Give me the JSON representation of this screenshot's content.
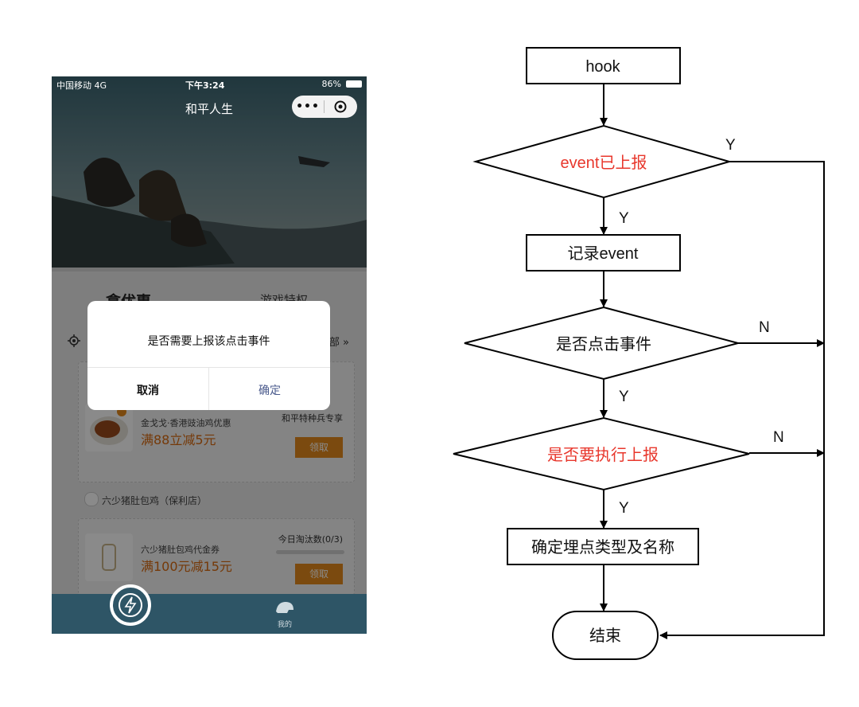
{
  "phone": {
    "status": {
      "carrier": "中国移动 4G",
      "time": "下午3:24",
      "battery": "86%"
    },
    "nav": {
      "title": "和平人生",
      "more": "•••"
    },
    "tabs": {
      "left": "拿优惠",
      "right": "游戏特权"
    },
    "filter": {
      "all": "部 »"
    },
    "cards": [
      {
        "name": "金戈戈·香港豉油鸡优惠",
        "price": "满88立减5元",
        "tag": "和平特种兵专享",
        "button": "领取"
      },
      {
        "name": "六少猪肚包鸡代金券",
        "price": "满100元减15元",
        "tag": "今日淘汰数(0/3)",
        "button": "领取",
        "progress": 0
      }
    ],
    "shop": "六少猪肚包鸡（保利店）",
    "dialog": {
      "message": "是否需要上报该点击事件",
      "cancel": "取消",
      "confirm": "确定"
    },
    "tabbar": {
      "mine": "我的"
    }
  },
  "flowchart": {
    "nodes": {
      "hook": "hook",
      "event_reported": "event已上报",
      "record_event": "记录event",
      "is_click": "是否点击事件",
      "should_report": "是否要执行上报",
      "confirm_point": "确定埋点类型及名称",
      "end": "结束"
    },
    "edge_labels": {
      "y1": "Y",
      "y2": "Y",
      "n1": "N",
      "y3": "Y",
      "n2": "N",
      "y4": "Y"
    },
    "colors": {
      "highlight": "#e8372c",
      "normal": "#111111"
    }
  }
}
